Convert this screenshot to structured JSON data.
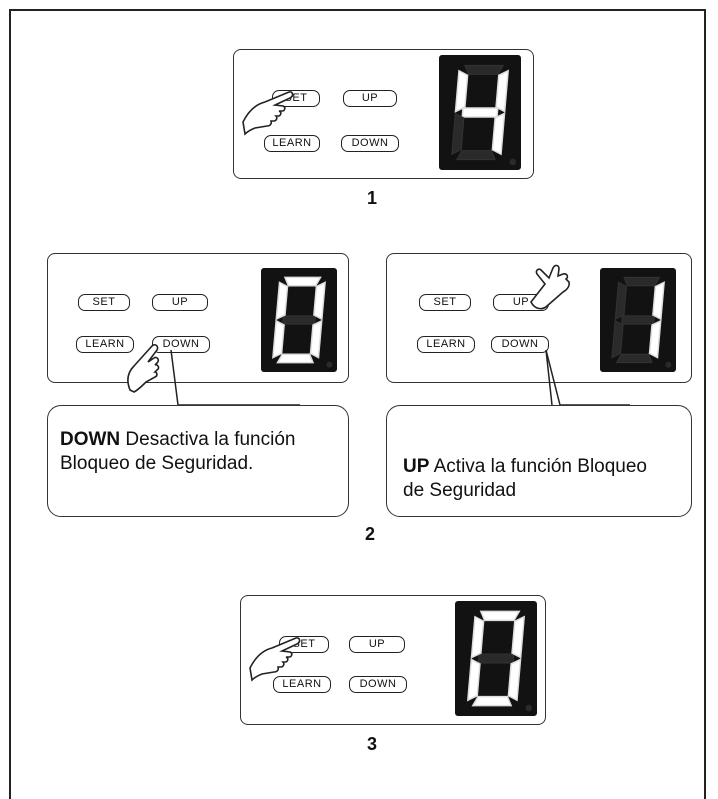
{
  "buttons": {
    "set": "SET",
    "up": "UP",
    "learn": "LEARN",
    "down": "DOWN"
  },
  "steps": [
    {
      "number": "1",
      "display_digit": "4",
      "pressed": "SET"
    },
    {
      "number": "2",
      "left_display_digit": "0",
      "right_display_digit": "1"
    },
    {
      "number": "3",
      "display_digit": "0",
      "pressed": "SET"
    }
  ],
  "callouts": {
    "down": {
      "keyword": "DOWN",
      "text": " Desactiva la función Bloqueo de Seguridad."
    },
    "up": {
      "keyword": "UP",
      "text": " Activa la función Bloqueo de Seguridad"
    }
  },
  "colors": {
    "display_bg": "#121212",
    "segment_on": "#ffffff",
    "segment_off": "#2a2a2a"
  }
}
